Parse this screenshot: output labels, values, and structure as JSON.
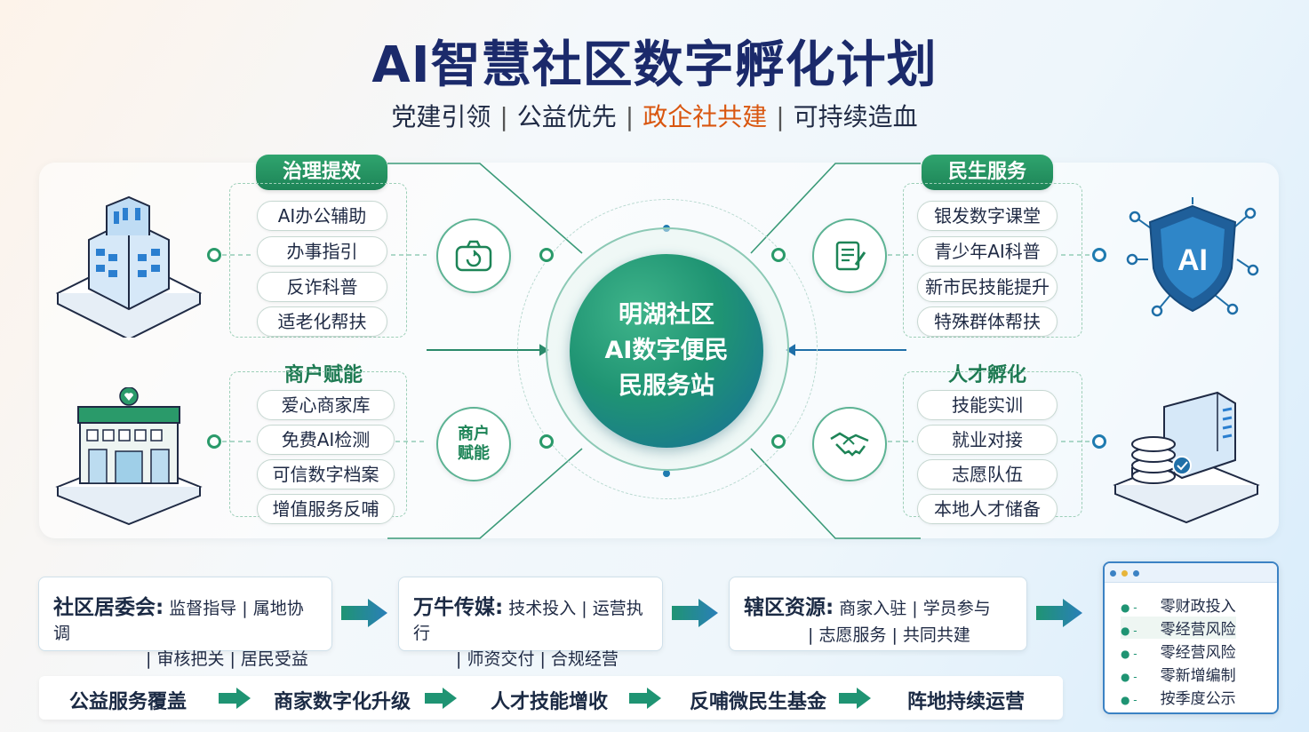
{
  "title": "AI智慧社区数字孵化计划",
  "subtitle": {
    "parts": [
      "党建引领",
      "公益优先",
      "政企社共建",
      "可持续造血"
    ],
    "separator": "|",
    "highlight_color": "#d9560f"
  },
  "center": {
    "line1": "明湖社区",
    "line2": "AI数字便民",
    "line3": "民服务站"
  },
  "quadrants": {
    "governance": {
      "tag": "治理提效",
      "items": [
        "AI办公辅助",
        "办事指引",
        "反诈科普",
        "适老化帮扶"
      ],
      "icon": "camera-refresh-icon"
    },
    "livelihood": {
      "tag": "民生服务",
      "items": [
        "银发数字课堂",
        "青少年AI科普",
        "新市民技能提升",
        "特殊群体帮扶"
      ],
      "icon": "document-pen-icon"
    },
    "merchant": {
      "tag": "商户赋能",
      "items": [
        "爱心商家库",
        "免费AI检测",
        "可信数字档案",
        "增值服务反哺"
      ],
      "circle_label_1": "商户",
      "circle_label_2": "赋能"
    },
    "talent": {
      "tag": "人才孵化",
      "items": [
        "技能实训",
        "就业对接",
        "志愿队伍",
        "本地人才储备"
      ],
      "icon": "handshake-icon"
    }
  },
  "flow": [
    {
      "head": "社区居委会:",
      "line1": "监督指导 | 属地协调",
      "line2": "| 审核把关 | 居民受益"
    },
    {
      "head": "万牛传媒:",
      "line1": "技术投入 | 运营执行",
      "line2": "| 师资交付 | 合规经营"
    },
    {
      "head": "辖区资源:",
      "line1": "商家入驻 | 学员参与",
      "line2": "| 志愿服务 | 共同共建"
    }
  ],
  "outcomes": [
    "公益服务覆盖",
    "商家数字化升级",
    "人才技能增收",
    "反哺微民生基金",
    "阵地持续运营"
  ],
  "panel": {
    "items": [
      "零财政投入",
      "零经营风险",
      "零经营风险",
      "零新增编制",
      "按季度公示"
    ]
  },
  "colors": {
    "primary_green": "#1f9473",
    "navy": "#1b2a6b",
    "accent_orange": "#d9560f",
    "blue": "#3b82c4"
  }
}
